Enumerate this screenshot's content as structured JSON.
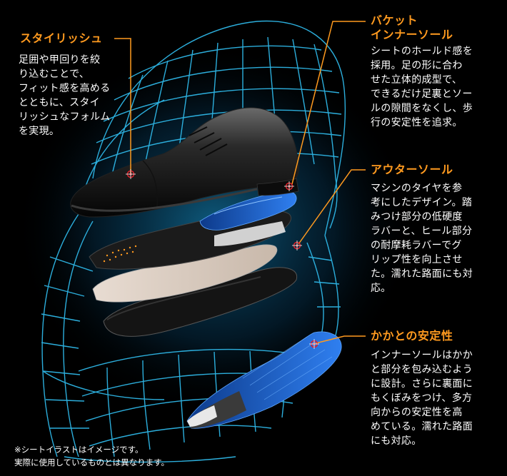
{
  "callouts": [
    {
      "id": "stylish",
      "title": "スタイリッシュ",
      "body": "足囲や甲回りを絞\nり込むことで、\nフィット感を高める\nとともに、スタイ\nリッシュなフォルム\nを実現。"
    },
    {
      "id": "bucket-insole",
      "title": "バケット\nインナーソール",
      "body": "シートのホールド感を\n採用。足の形に合わ\nせた立体的成型で、\nできるだけ足裏とソー\nルの隙間をなくし、歩\n行の安定性を追求。"
    },
    {
      "id": "outer-sole",
      "title": "アウターソール",
      "body": "マシンのタイヤを参\n考にしたデザイン。踏\nみつけ部分の低硬度\nラバーと、ヒール部分\nの耐摩耗ラバーでグ\nリップ性を向上させ\nた。濡れた路面にも対\n応。"
    },
    {
      "id": "heel-stability",
      "title": "かかとの安定性",
      "body": "インナーソールはかか\nと部分を包み込むよう\nに設計。さらに裏面に\nもくぼみをつけ、多方\n向からの安定性を高\nめている。濡れた路面\nにも対応。"
    }
  ],
  "footnote": "※シートイラストはイメージです。\n実際に使用しているものとは異なります。",
  "colors": {
    "background": "#000000",
    "accent": "#ff9a1f",
    "text": "#ffffff",
    "seat_mesh": "#2fb8e8",
    "marker": "#e0202a",
    "insole_blue": "#1f5fd0"
  }
}
